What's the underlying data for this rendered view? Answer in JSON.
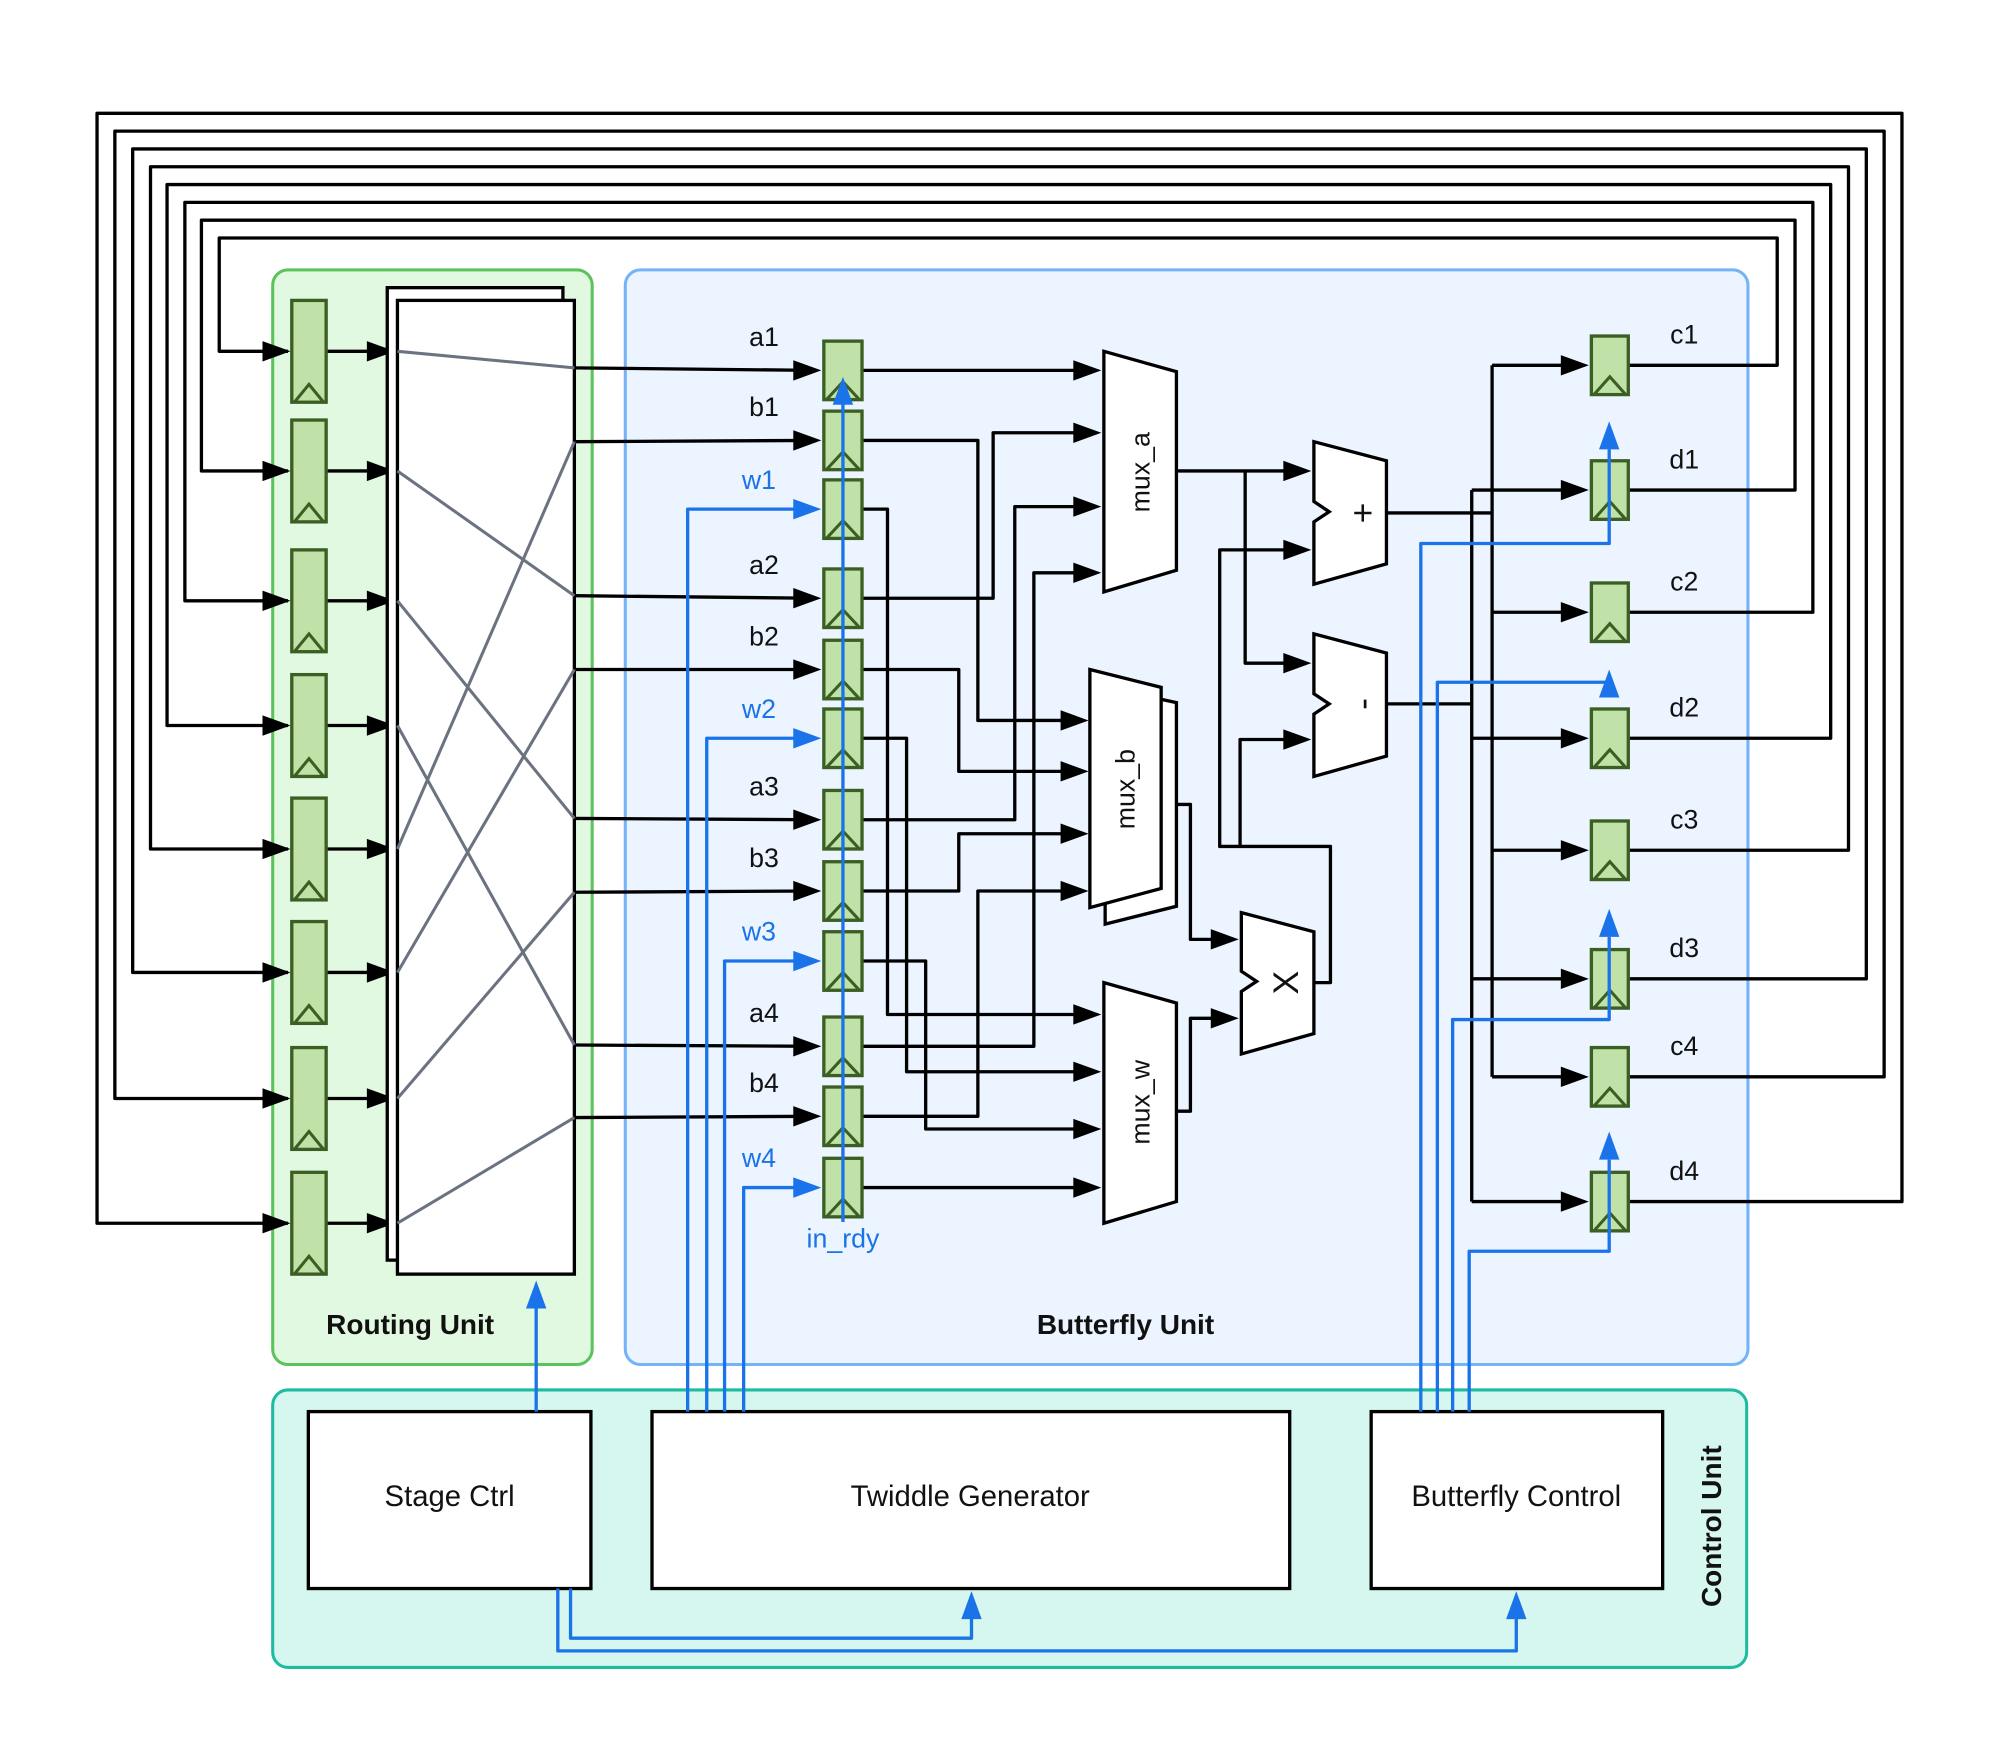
{
  "units": {
    "routing": {
      "title": "Routing Unit",
      "fill": "#e1f8e1",
      "stroke": "#5cc35c"
    },
    "butterfly": {
      "title": "Butterfly Unit",
      "fill": "#ebf4ff",
      "stroke": "#74b3f7"
    },
    "control": {
      "title": "Control Unit",
      "fill": "#d5f7f0",
      "stroke": "#1fbba0"
    }
  },
  "control_blocks": {
    "stage_ctrl": "Stage Ctrl",
    "twiddle_generator": "Twiddle Generator",
    "butterfly_control": "Butterfly Control"
  },
  "input_registers": [
    {
      "label": "a1",
      "kind": "data"
    },
    {
      "label": "b1",
      "kind": "data"
    },
    {
      "label": "w1",
      "kind": "twiddle"
    },
    {
      "label": "a2",
      "kind": "data"
    },
    {
      "label": "b2",
      "kind": "data"
    },
    {
      "label": "w2",
      "kind": "twiddle"
    },
    {
      "label": "a3",
      "kind": "data"
    },
    {
      "label": "b3",
      "kind": "data"
    },
    {
      "label": "w3",
      "kind": "twiddle"
    },
    {
      "label": "a4",
      "kind": "data"
    },
    {
      "label": "b4",
      "kind": "data"
    },
    {
      "label": "w4",
      "kind": "twiddle"
    }
  ],
  "in_rdy_label": "in_rdy",
  "output_registers": [
    "c1",
    "d1",
    "c2",
    "d2",
    "c3",
    "d3",
    "c4",
    "d4"
  ],
  "muxes": {
    "mux_a": "mux_a",
    "mux_b": "mux_b",
    "mux_w": "mux_w"
  },
  "operators": {
    "add": "+",
    "sub": "-",
    "mul": "X"
  },
  "colors": {
    "register_fill": "#c0e2a8",
    "register_stroke": "#3b5e22",
    "control_signal": "#1a73e8",
    "crossbar_wire": "#6b7280"
  }
}
